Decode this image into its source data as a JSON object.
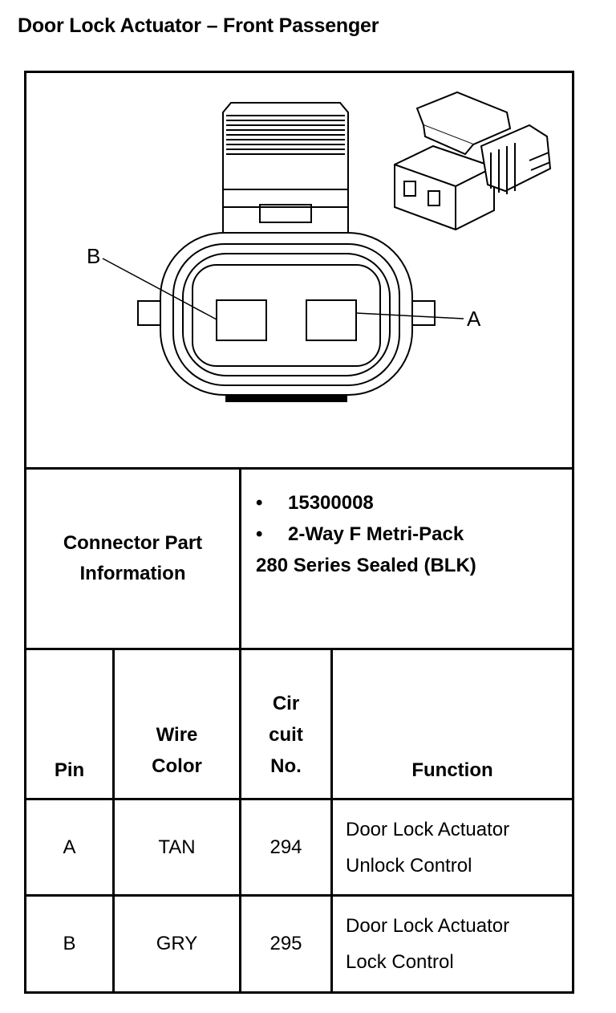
{
  "title": "Door Lock Actuator – Front Passenger",
  "diagram": {
    "pin_labels": [
      "B",
      "A"
    ]
  },
  "connector_info": {
    "label_line1": "Connector Part",
    "label_line2": "Information",
    "bullets": [
      "15300008",
      "2-Way F Metri-Pack"
    ],
    "bullet_symbol": "•",
    "continuation": "280 Series Sealed (BLK)"
  },
  "table": {
    "headers": {
      "pin": "Pin",
      "wire_color_line1": "Wire",
      "wire_color_line2": "Color",
      "circuit_line1": "Cir",
      "circuit_line2": "cuit",
      "circuit_line3": "No.",
      "function": "Function"
    },
    "rows": [
      {
        "pin": "A",
        "wire_color": "TAN",
        "circuit": "294",
        "function_line1": "Door Lock Actuator",
        "function_line2": "Unlock Control"
      },
      {
        "pin": "B",
        "wire_color": "GRY",
        "circuit": "295",
        "function_line1": "Door Lock Actuator",
        "function_line2": "Lock Control"
      }
    ]
  }
}
